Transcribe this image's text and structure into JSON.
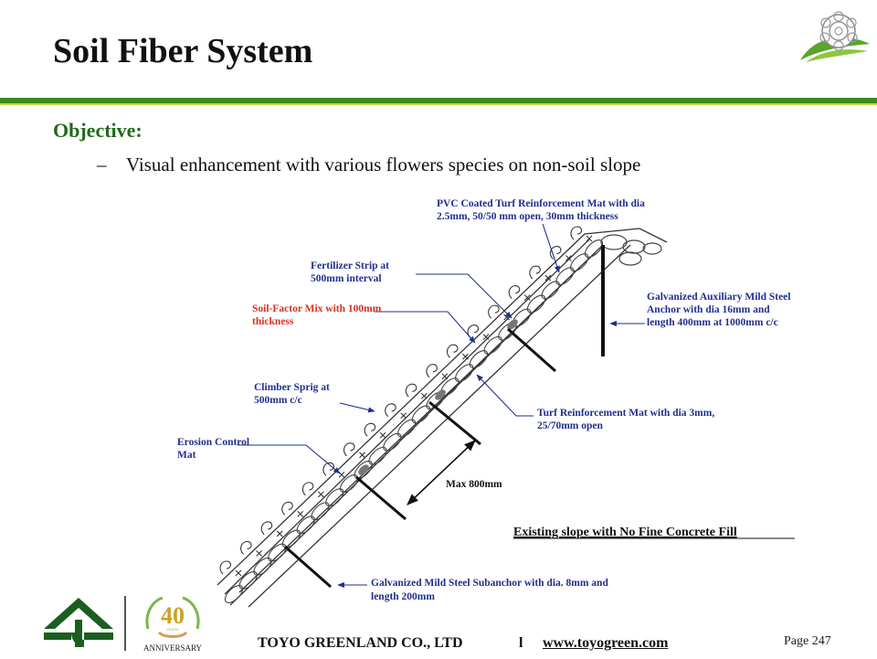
{
  "slide": {
    "title": "Soil Fiber System",
    "objective_heading": "Objective",
    "objective_colon": ":",
    "bullet_dash": "–",
    "bullet_text": "Visual enhancement with various flowers species on non-soil slope"
  },
  "diagram": {
    "labels": {
      "pvc_line1": "PVC Coated Turf Reinforcement Mat with dia",
      "pvc_line2": "2.5mm, 50/50 mm open, 30mm thickness",
      "fert_line1": "Fertilizer Strip at",
      "fert_line2": "500mm interval",
      "soil_line1": "Soil-Factor Mix with 100mm",
      "soil_line2": "thickness",
      "anchor_line1": "Galvanized Auxiliary Mild Steel",
      "anchor_line2": "Anchor with dia 16mm and",
      "anchor_line3": "length 400mm at 1000mm c/c",
      "climber_line1": "Climber Sprig at",
      "climber_line2": "500mm c/c",
      "turf_line1": "Turf Reinforcement Mat with dia 3mm,",
      "turf_line2": "25/70mm open",
      "erosion_line1": "Erosion Control",
      "erosion_line2": "Mat",
      "max": "Max 800mm",
      "existing": "Existing slope with No Fine Concrete Fill",
      "sub_line1": "Galvanized Mild Steel Subanchor with dia. 8mm and",
      "sub_line2": "length 200mm"
    }
  },
  "footer": {
    "anniversary_number": "40",
    "anniversary_years": "YEARS",
    "anniversary_text": "ANNIVERSARY",
    "company": "TOYO GREENLAND CO., LTD",
    "separator": "l",
    "url": "www.toyogreen.com",
    "page": "Page 247"
  },
  "colors": {
    "title_green": "#1f6b1a",
    "label_blue": "#1f2f8f",
    "label_red": "#d8301f",
    "bar_green": "#3b8a1e"
  }
}
